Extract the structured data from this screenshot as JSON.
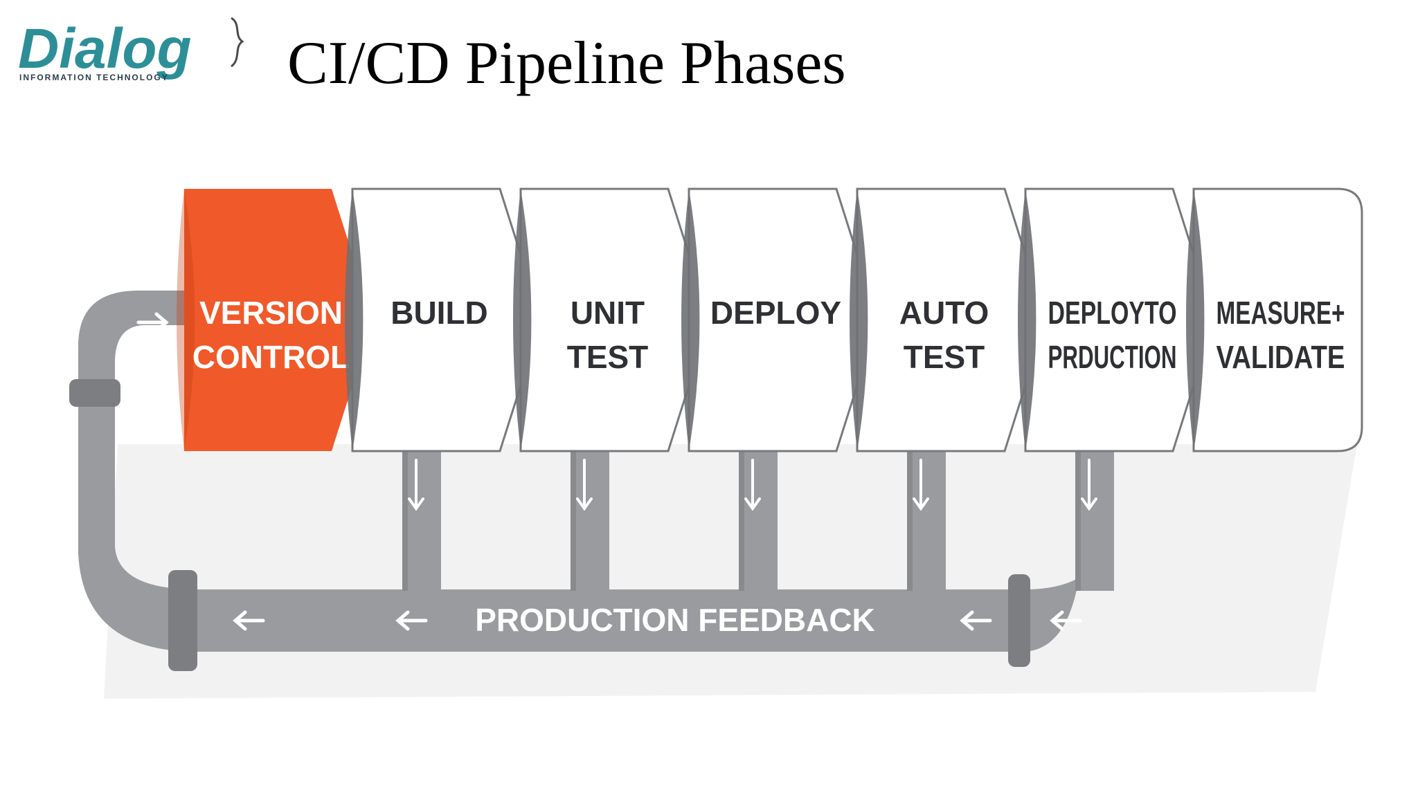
{
  "logo": {
    "word": "Dialog",
    "tagline": "INFORMATION TECHNOLOGY",
    "colors": {
      "word": "#2c8f98",
      "tagline": "#2c3e4a",
      "bracket": "#4a4a4a"
    }
  },
  "title": "CI/CD Pipeline Phases",
  "diagram": {
    "stages": [
      {
        "lines": [
          "VERSION",
          "CONTROL"
        ],
        "highlighted": true
      },
      {
        "lines": [
          "BUILD"
        ],
        "highlighted": false
      },
      {
        "lines": [
          "UNIT",
          "TEST"
        ],
        "highlighted": false
      },
      {
        "lines": [
          "DEPLOY"
        ],
        "highlighted": false
      },
      {
        "lines": [
          "AUTO",
          "TEST"
        ],
        "highlighted": false
      },
      {
        "lines": [
          "DEPLOYTO",
          "PRDUCTION"
        ],
        "highlighted": false
      },
      {
        "lines": [
          "MEASURE+",
          "VALIDATE"
        ],
        "highlighted": false
      }
    ],
    "feedback_label": "PRODUCTION FEEDBACK",
    "icons": {
      "flow_arrow": "arrow-right-icon",
      "drop_arrow": "arrow-down-icon",
      "return_arrow": "arrow-left-icon"
    },
    "colors": {
      "highlight": "#f05a2a",
      "highlight_cap": "#c43d12",
      "stage_face": "#ffffff",
      "stage_cap": "#6e7073",
      "stage_stroke": "#777a7d",
      "stage_text": "#2f3033",
      "highlight_text": "#ffffff",
      "pipe": "#9a9b9e",
      "pipe_dark": "#7d7e81",
      "pipe_text": "#ffffff",
      "shadow": "#e8e8ea"
    }
  }
}
